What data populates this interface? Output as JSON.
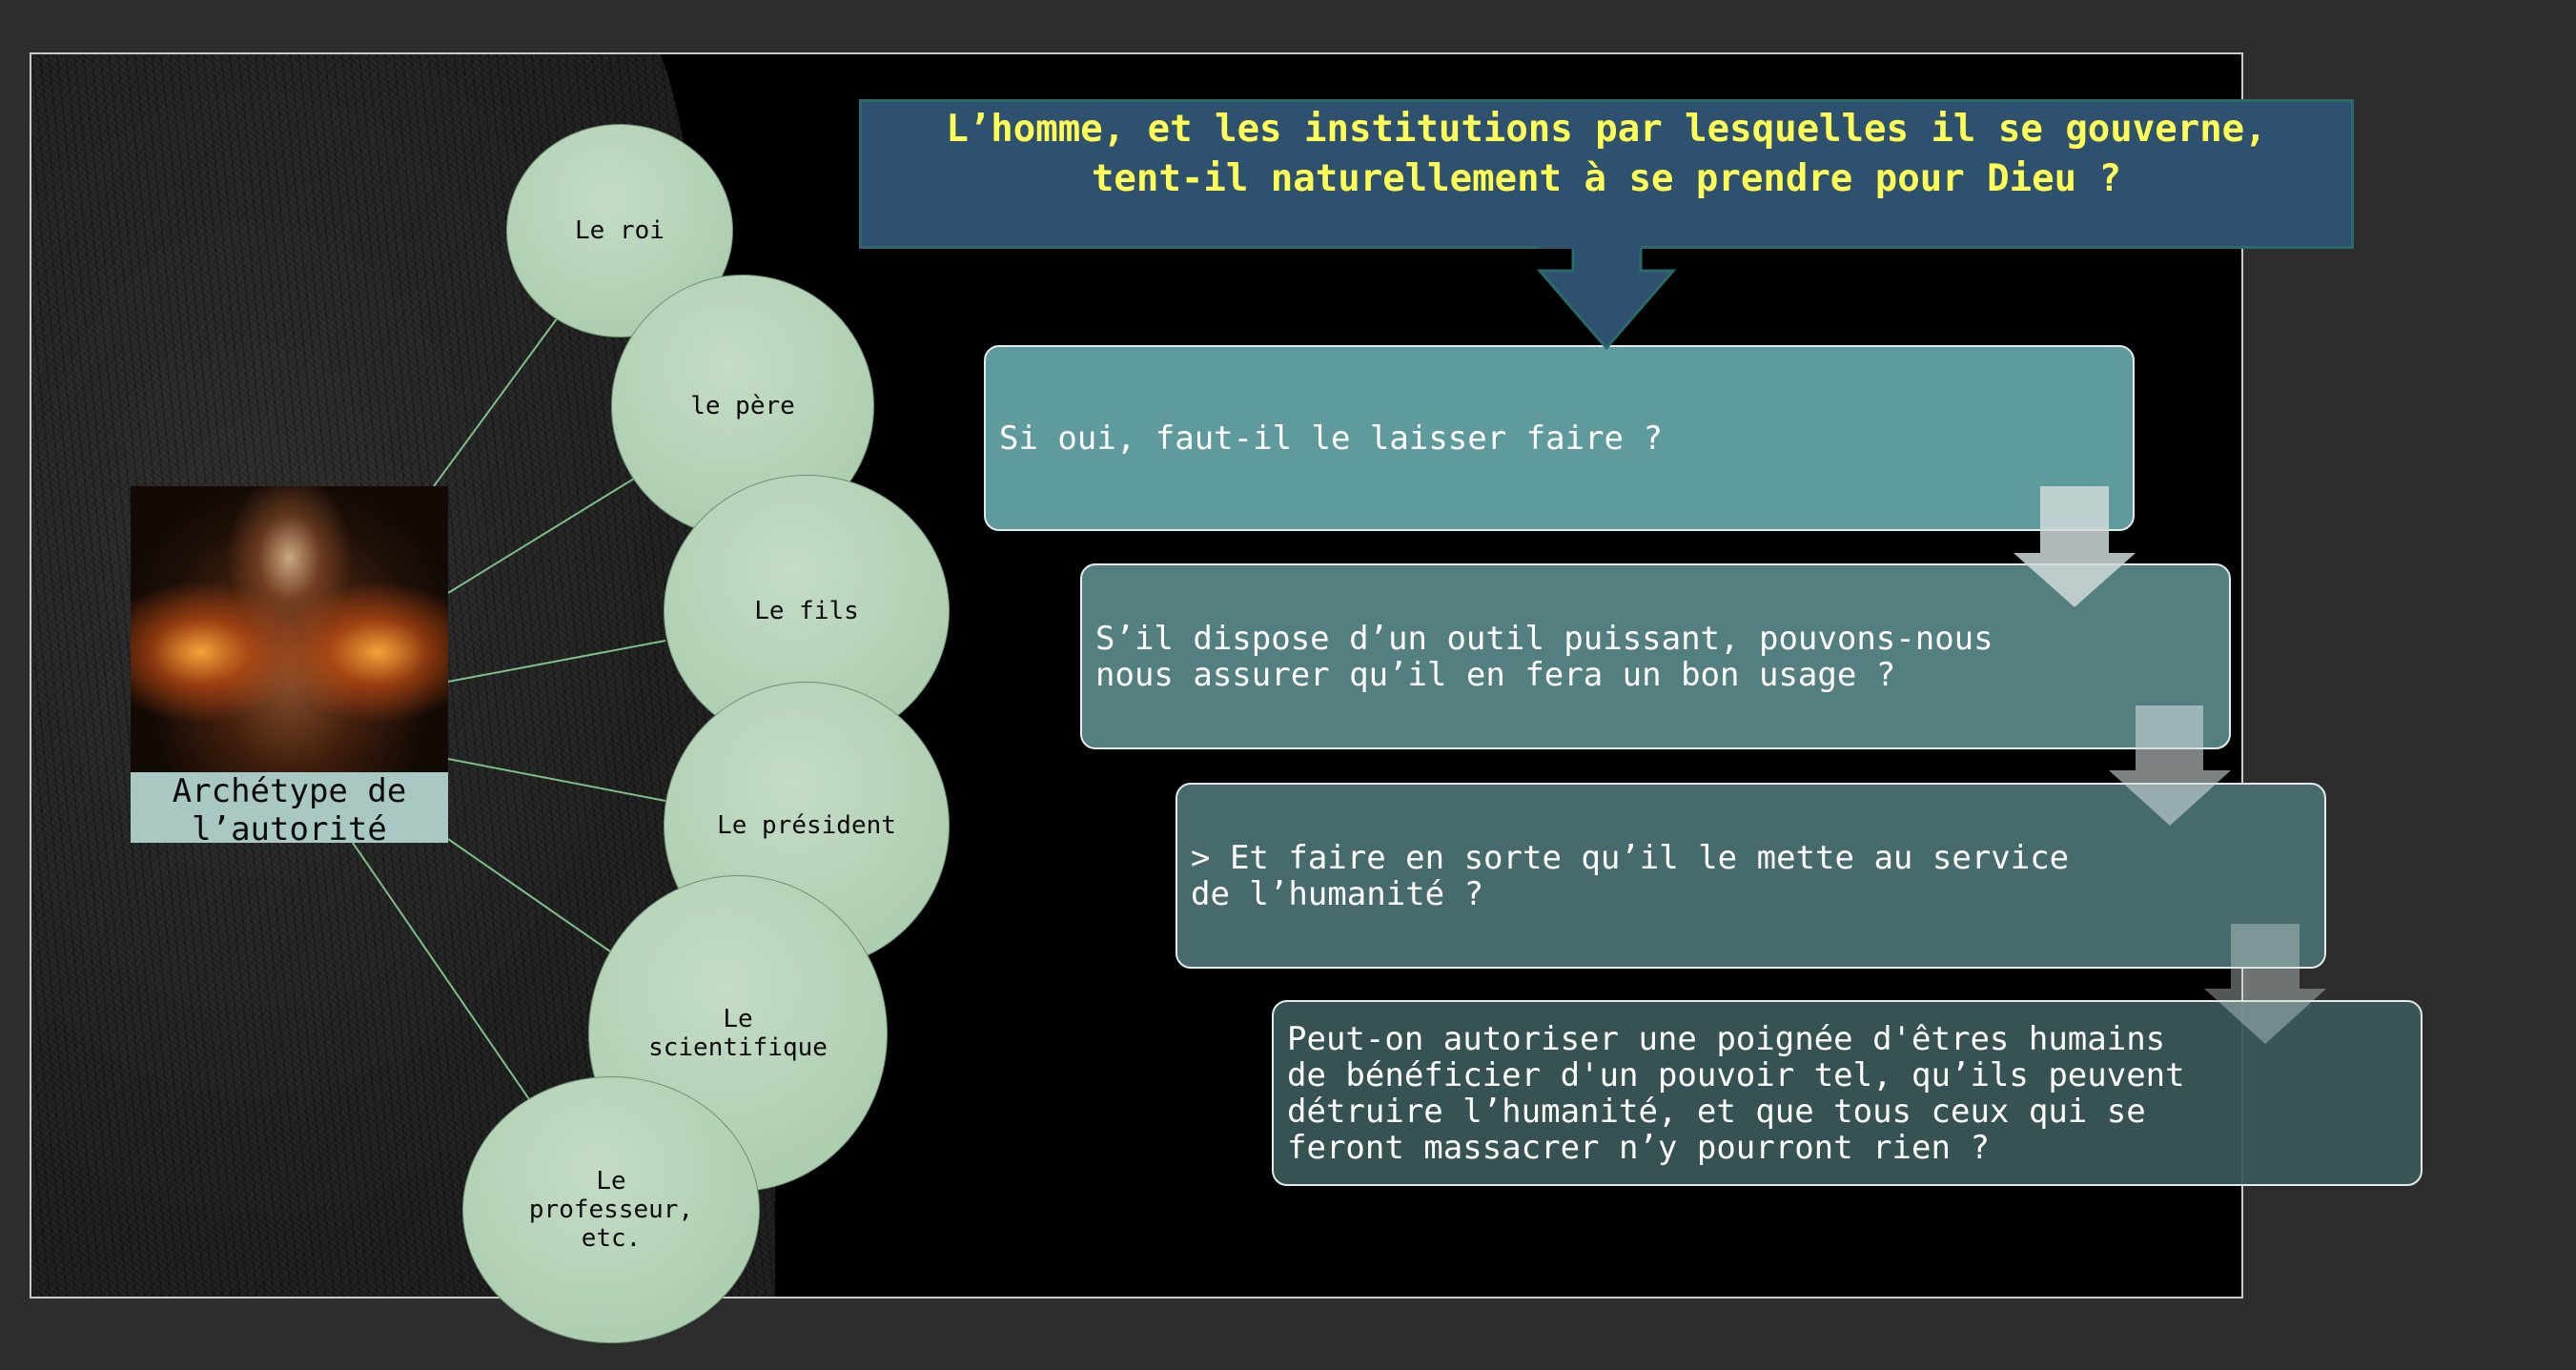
{
  "diagram": {
    "title": "L’homme, et les institutions par lesquelles il se gouverne,\ntent-il naturellement à se prendre pour Dieu ?",
    "center": {
      "label": "Archétype de\nl’autorité",
      "image": "fire-figure-image"
    },
    "branches": [
      {
        "label": "Le roi"
      },
      {
        "label": "le père"
      },
      {
        "label": "Le fils"
      },
      {
        "label": "Le président"
      },
      {
        "label": "Le\nscientifique"
      },
      {
        "label": "Le\nprofesseur,\netc."
      }
    ],
    "steps": [
      {
        "text": "Si oui, faut-il le laisser faire ?"
      },
      {
        "text": "S’il dispose d’un outil puissant, pouvons-nous\nnous assurer qu’il en fera un bon usage ?"
      },
      {
        "text": "> Et faire en sorte qu’il le mette au service\nde l’humanité ?"
      },
      {
        "text": "Peut-on autoriser une poignée d'êtres humains\nde bénéficier d'un pouvoir tel, qu’ils peuvent\ndétruire l’humanité, et que tous ceux qui se\nferont massacrer n’y pourront rien ?"
      }
    ],
    "colors": {
      "page_background": "#2d2d2d",
      "slide_background": "#000000",
      "circle_fill": "#a6c9a8",
      "connector": "#7fbf8a",
      "question_fill": "#2f5170",
      "question_text": "#ffff55",
      "step_1": "#5f9a9c",
      "step_2": "#547f80",
      "step_3": "#476b6c",
      "step_4": "#3a5859",
      "step_arrow": "#cfd9d9"
    }
  }
}
